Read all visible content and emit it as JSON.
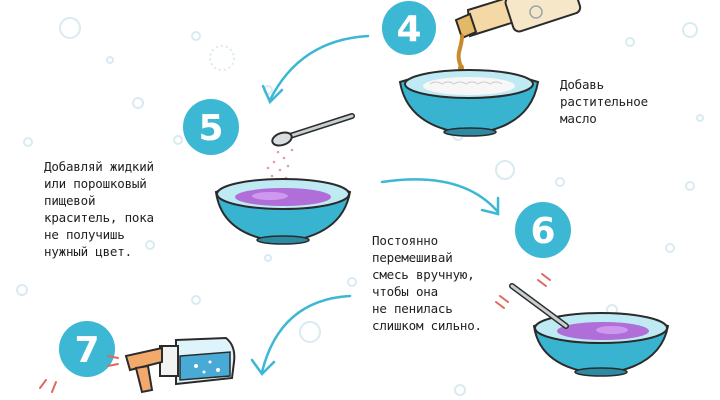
{
  "steps": [
    {
      "number": "4",
      "text": "Добавь\nрастительное\nмасло"
    },
    {
      "number": "5",
      "text": "Добавляй жидкий\nили порошковый\nпищевой\nкраситель, пока\nне получишь\nнужный цвет."
    },
    {
      "number": "6",
      "text": "Постоянно\nперемешивай\nсмесь вручную,\nчтобы она\nне пенилась\nслишком сильно."
    },
    {
      "number": "7",
      "text": ""
    }
  ],
  "colors": {
    "circle": "#3cb7d4",
    "bowl_outer": "#39b4d0",
    "bowl_inner": "#bfeaf3",
    "arrow": "#3cb7d4",
    "oil": "#c98a2b",
    "dye": "#b06fd8"
  },
  "icons": [
    "oil-bottle-icon",
    "spoon-icon",
    "bowl-icon",
    "spray-bottle-icon",
    "arrow-icon"
  ]
}
